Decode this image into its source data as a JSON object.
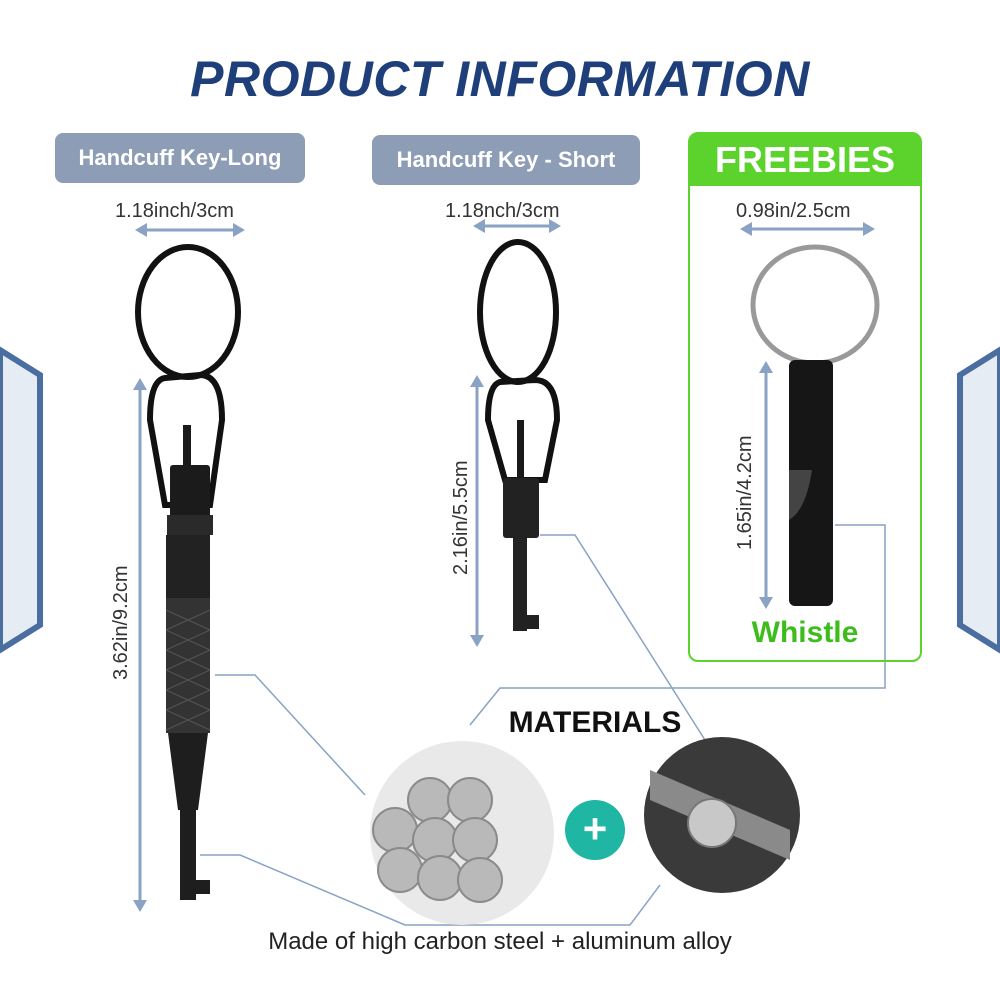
{
  "title": "PRODUCT INFORMATION",
  "items": {
    "long": {
      "label": "Handcuff Key-Long",
      "width_dim": "1.18inch/3cm",
      "height_dim": "3.62in/9.2cm"
    },
    "short": {
      "label": "Handcuff Key - Short",
      "width_dim": "1.18nch/3cm",
      "height_dim": "2.16in/5.5cm"
    },
    "freebies": {
      "header": "FREEBIES",
      "width_dim": "0.98in/2.5cm",
      "height_dim": "1.65in/4.2cm",
      "label": "Whistle"
    }
  },
  "materials": {
    "title": "MATERIALS",
    "plus": "+",
    "description": "Made of high carbon steel + aluminum alloy"
  },
  "colors": {
    "title": "#1f3f7a",
    "tag_bg": "#8c9db5",
    "freebies_green": "#5bd32c",
    "whistle_text": "#3dbd1c",
    "plus_circle": "#1fb6a3",
    "dimension_arrow": "#8aa2c4"
  }
}
